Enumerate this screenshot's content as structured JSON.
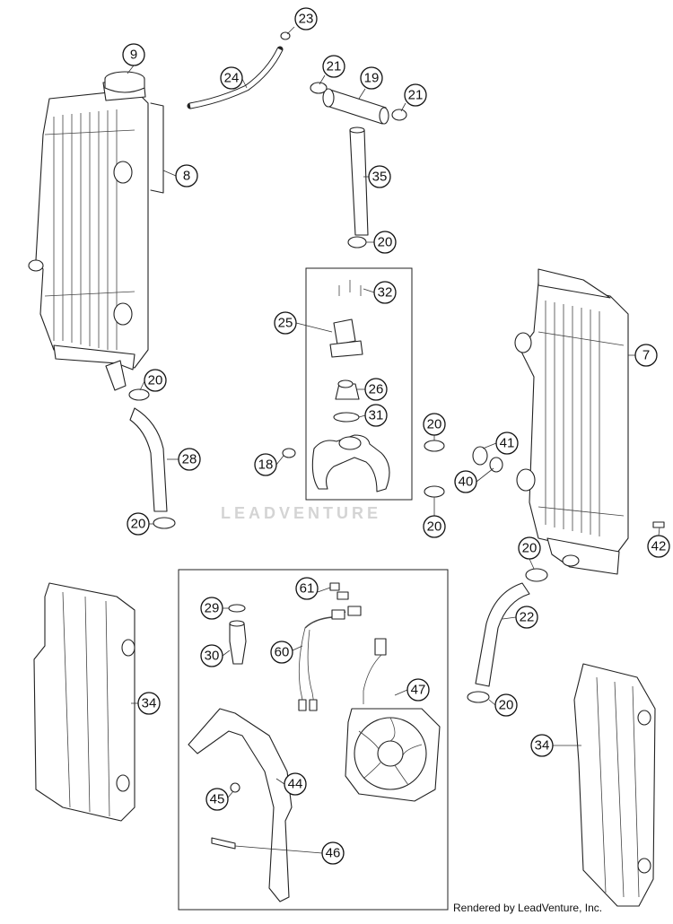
{
  "watermark": "LEADVENTURE",
  "credit": "Rendered by LeadVenture, Inc.",
  "callouts": [
    "23",
    "9",
    "24",
    "21",
    "19",
    "21",
    "8",
    "35",
    "20",
    "32",
    "25",
    "7",
    "20",
    "26",
    "31",
    "20",
    "41",
    "18",
    "28",
    "40",
    "20",
    "20",
    "42",
    "20",
    "61",
    "29",
    "22",
    "60",
    "30",
    "47",
    "34",
    "20",
    "34",
    "44",
    "45",
    "46"
  ]
}
